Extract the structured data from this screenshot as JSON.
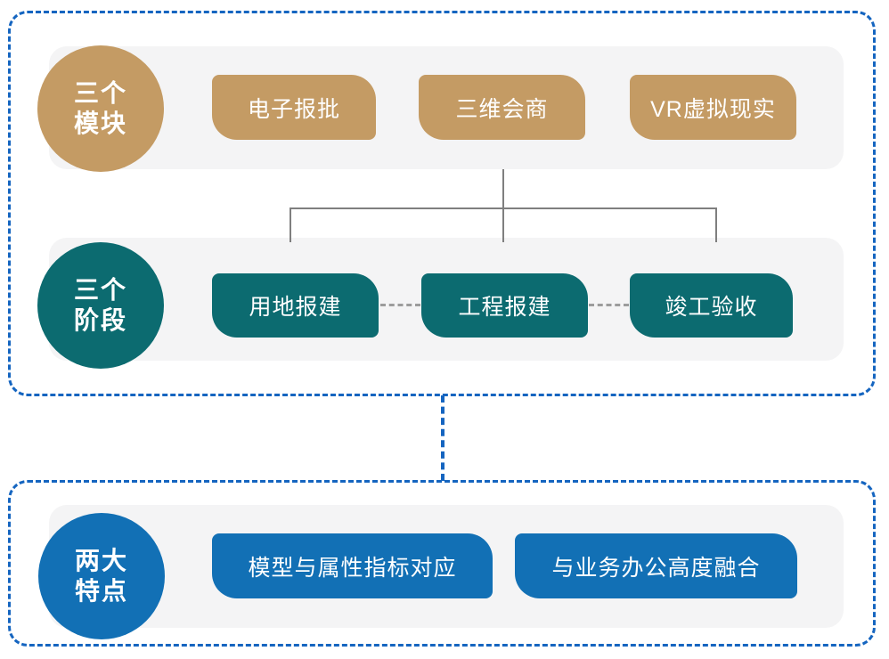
{
  "colors": {
    "gold": "#C49B64",
    "teal": "#0C6B70",
    "blue": "#1270B5",
    "dashed_border": "#1565C0",
    "band": "#F4F4F5",
    "line": "#7F7F7F",
    "dash_gray": "#9C9C9C"
  },
  "groups": {
    "modules": {
      "circle": {
        "lines": [
          "三个",
          "模块"
        ]
      },
      "items": [
        {
          "label": "电子报批"
        },
        {
          "label": "三维会商"
        },
        {
          "label": "VR虚拟现实"
        }
      ]
    },
    "phases": {
      "circle": {
        "lines": [
          "三个",
          "阶段"
        ]
      },
      "items": [
        {
          "label": "用地报建"
        },
        {
          "label": "工程报建"
        },
        {
          "label": "竣工验收"
        }
      ]
    },
    "features": {
      "circle": {
        "lines": [
          "两大",
          "特点"
        ]
      },
      "items": [
        {
          "label": "模型与属性指标对应"
        },
        {
          "label": "与业务办公高度融合"
        }
      ]
    }
  }
}
